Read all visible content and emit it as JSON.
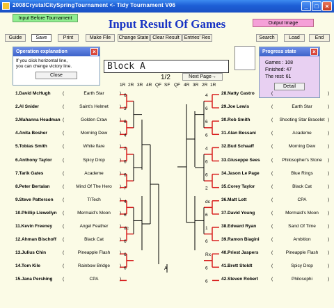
{
  "window": {
    "title": "2008CrystalCitySpringTournament  <- Tidy Tournament V06",
    "min_glyph": "_",
    "max_glyph": "□",
    "close_glyph": "×"
  },
  "header": {
    "input_before_label": "Input Before Tournament",
    "title": "Input Result Of Games",
    "output_image_label": "Output Image"
  },
  "toolbar": {
    "buttons": [
      {
        "label": "Guide"
      },
      {
        "label": "Save"
      },
      {
        "label": "Print"
      },
      {
        "label": "Make File"
      },
      {
        "label": "Change State"
      },
      {
        "label": "Clear Result"
      },
      {
        "label": "Entries' Res"
      },
      {
        "label": "Search"
      },
      {
        "label": "Load"
      },
      {
        "label": "End"
      }
    ]
  },
  "operation_panel": {
    "title": "Operation explanation",
    "text_line1": "If you click horizontal line,",
    "text_line2": "you can chenge victory line.",
    "close_label": "Close"
  },
  "progress_panel": {
    "title": "Progress state",
    "games": "Games  : 108",
    "finished": "Finished: 47",
    "rest": "The rest: 61",
    "detail_label": "Detail"
  },
  "bracket": {
    "block": "Block A",
    "page": "1/2",
    "next_page_label": "Next Page→",
    "rounds_left": [
      "1R",
      "2R",
      "3R",
      "4R",
      "QF",
      "SF",
      "QF"
    ],
    "rounds_right": [
      "4R",
      "3R",
      "2R",
      "1R"
    ],
    "left_players": [
      {
        "name": "1.David McHugh",
        "team": "Earth Star"
      },
      {
        "name": "2.Al Snider",
        "team": "Saint's Helmet"
      },
      {
        "name": "3.Mahanna Headman",
        "team": "Golden Craw"
      },
      {
        "name": "4.Anita Bosher",
        "team": "Morning Dew"
      },
      {
        "name": "5.Tobias Smith",
        "team": "White flare"
      },
      {
        "name": "6.Anthony Taylor",
        "team": "Spicy Drop"
      },
      {
        "name": "7.Tarik Gates",
        "team": "Academe"
      },
      {
        "name": "8.Peter Bertalan",
        "team": "Mind Of The Hero"
      },
      {
        "name": "9.Steve Patterson",
        "team": "TITech"
      },
      {
        "name": "10.Phillip Llewellyn",
        "team": "Mermaid's Moon"
      },
      {
        "name": "11.Kevin Freeney",
        "team": "Angel Feather"
      },
      {
        "name": "12.Ahman Bischoff",
        "team": "Black Cat"
      },
      {
        "name": "13.Julius Chin",
        "team": "Pineapple Flash"
      },
      {
        "name": "14.Tom Kile",
        "team": "Rainbow Bridge"
      },
      {
        "name": "15.Jana Pershing",
        "team": "CPA"
      }
    ],
    "right_players": [
      {
        "name": "28.Natty Castro",
        "team": ""
      },
      {
        "name": "29.Joe Lewis",
        "team": "Earth Star"
      },
      {
        "name": "30.Rob Smith",
        "team": "Shooting Star Bracelet"
      },
      {
        "name": "31.Alan Bessani",
        "team": "Academe"
      },
      {
        "name": "32.Bud Schaaff",
        "team": "Morning Dew"
      },
      {
        "name": "33.Giuseppe Sees",
        "team": "Philosopher's Stone"
      },
      {
        "name": "34.Jason Le Page",
        "team": "Blue Rings"
      },
      {
        "name": "35.Corey Taylor",
        "team": "Black Cat"
      },
      {
        "name": "36.Matt Lott",
        "team": "CPA"
      },
      {
        "name": "37.David Young",
        "team": "Mermaid's Moon"
      },
      {
        "name": "38.Edward Ryan",
        "team": "Sand Of Time"
      },
      {
        "name": "39.Ramon Biagini",
        "team": "Ambition"
      },
      {
        "name": "40.Priest Jaspers",
        "team": "Pineapple Flash"
      },
      {
        "name": "41.Brett Stoldt",
        "team": "Spicy Drop"
      },
      {
        "name": "42.Steven Robert",
        "team": "Philosophi"
      }
    ],
    "left_scores": [
      "6",
      "3",
      "6",
      "4",
      "2",
      "6",
      "6",
      "7",
      "4",
      "6",
      "dc",
      "6",
      "6",
      "6"
    ],
    "right_scores": [
      "4",
      "6",
      "6",
      "6",
      "4",
      "6",
      "6",
      "2",
      "dc",
      "6",
      "1",
      "6",
      "Rx",
      "6",
      "6"
    ],
    "center_marker": "A"
  },
  "colors": {
    "title_blue": "#1733c4",
    "bracket_red": "#d81e1e",
    "player_red": "#c01818"
  }
}
